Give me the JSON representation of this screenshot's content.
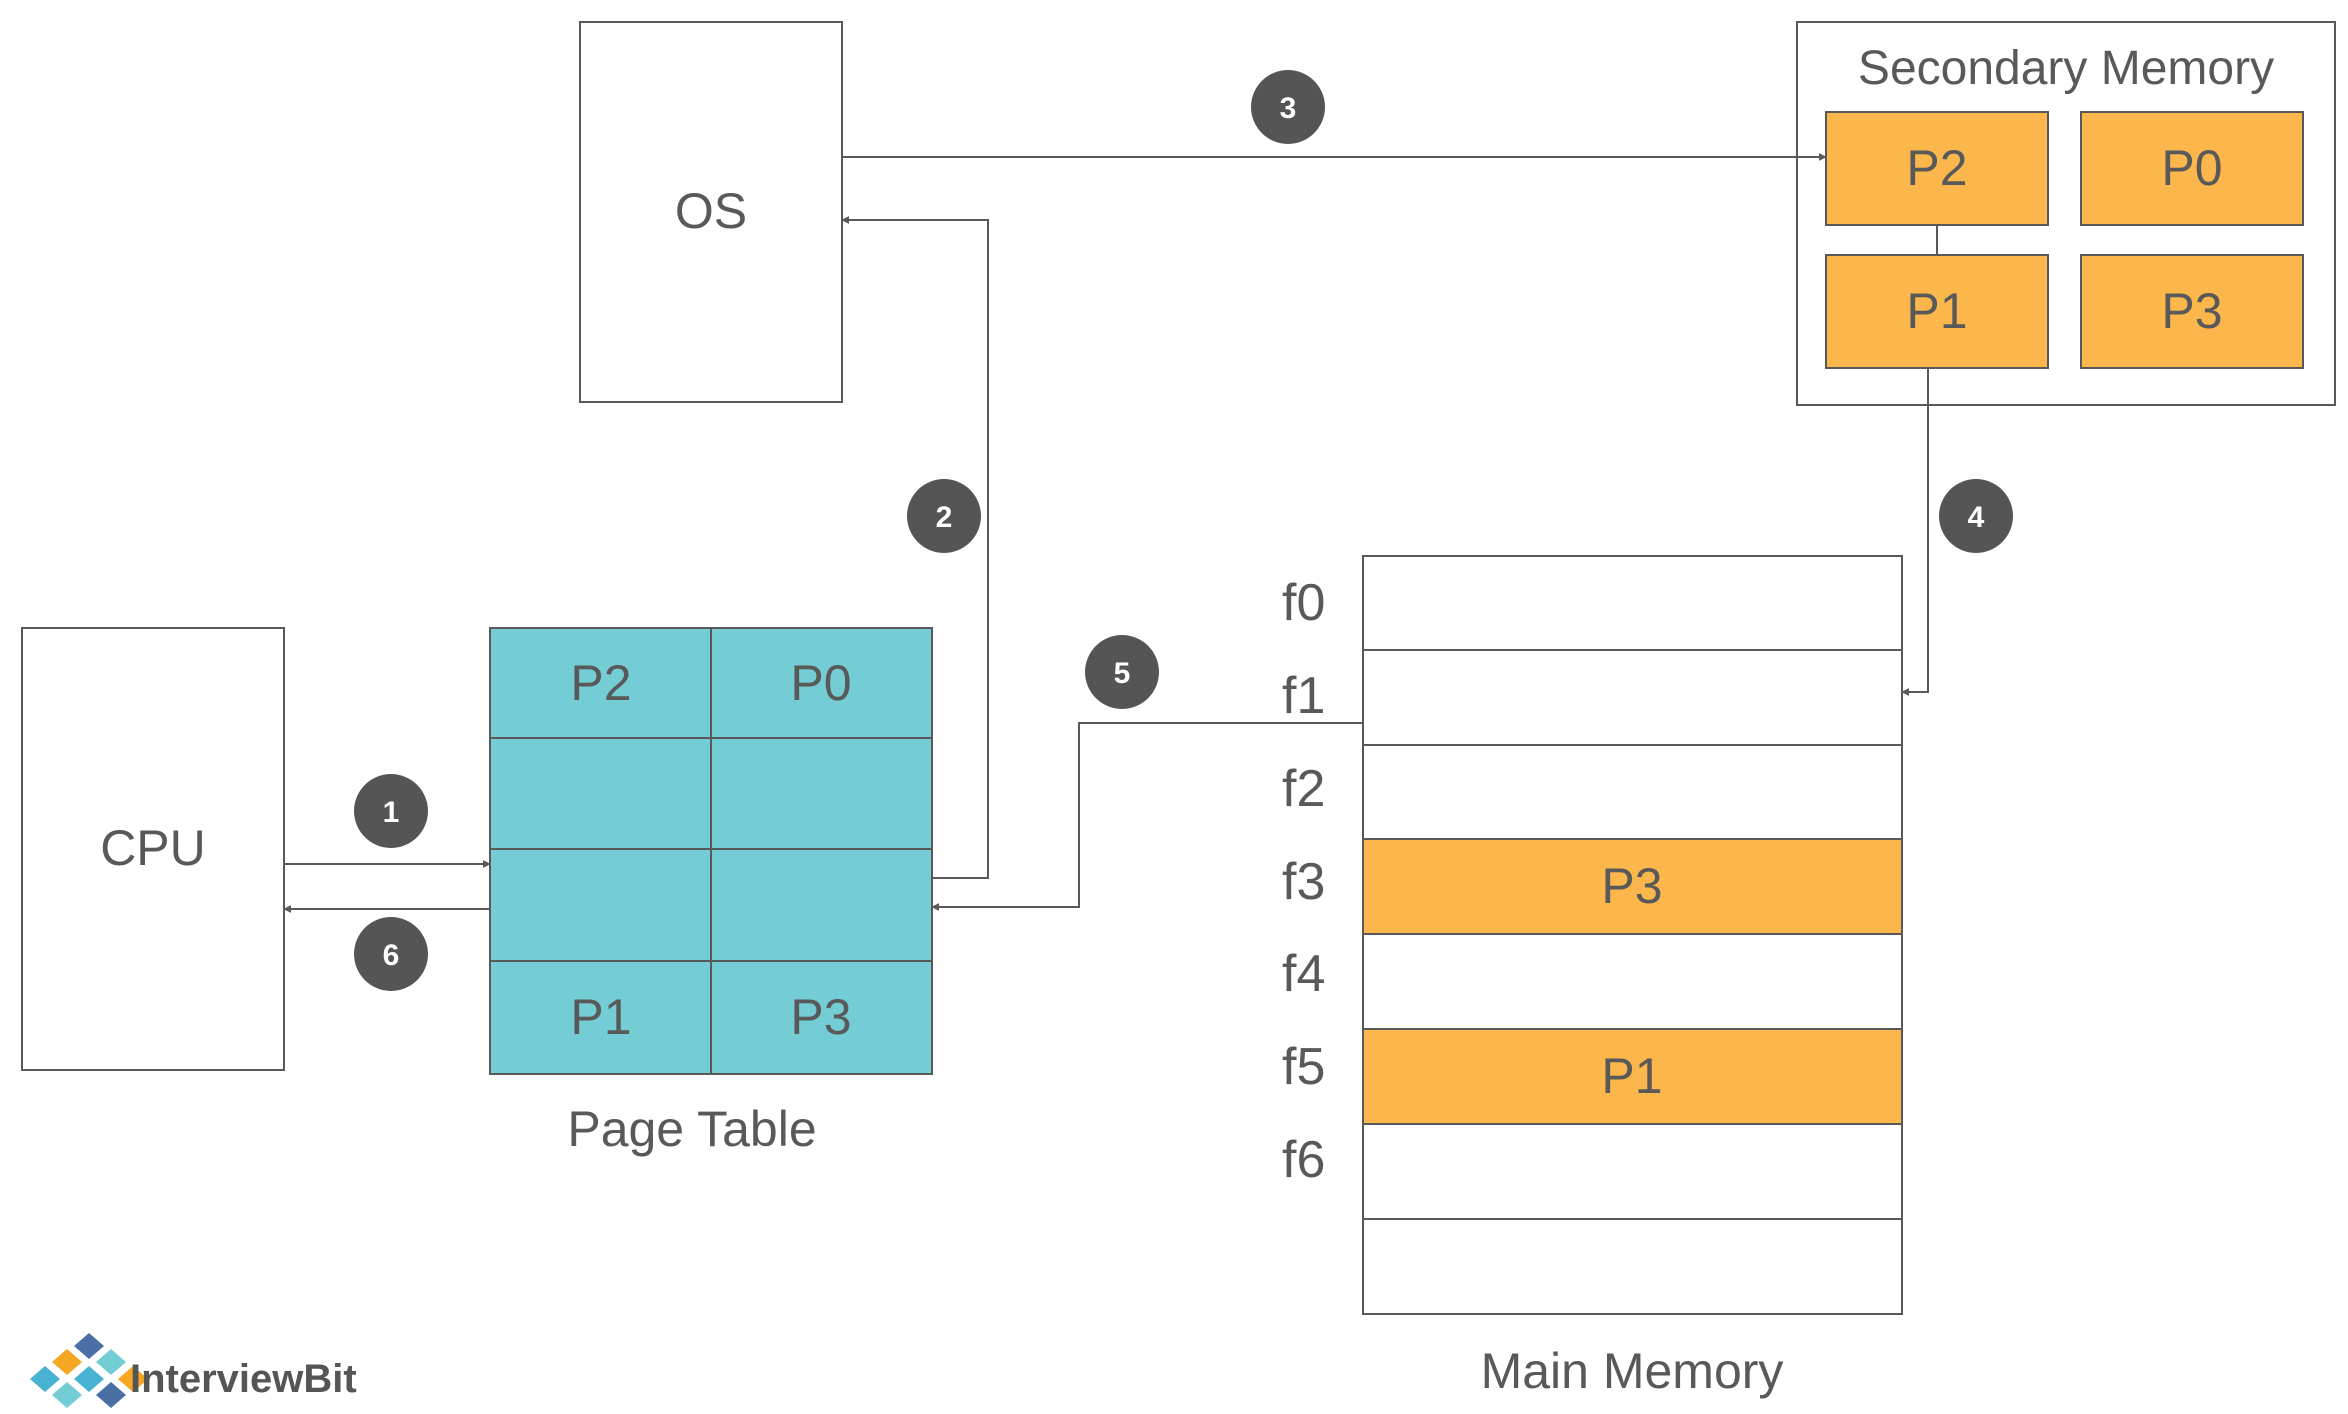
{
  "cpu": {
    "label": "CPU"
  },
  "os": {
    "label": "OS"
  },
  "page_table": {
    "caption": "Page Table",
    "rows": [
      [
        "P2",
        "P0"
      ],
      [
        "",
        ""
      ],
      [
        "",
        ""
      ],
      [
        "P1",
        "P3"
      ]
    ]
  },
  "secondary_memory": {
    "title": "Secondary Memory",
    "pages": [
      "P2",
      "P0",
      "P1",
      "P3"
    ]
  },
  "main_memory": {
    "caption": "Main Memory",
    "frame_labels": [
      "f0",
      "f1",
      "f2",
      "f3",
      "f4",
      "f5",
      "f6"
    ],
    "frames": [
      "",
      "",
      "",
      "P3",
      "",
      "P1",
      "",
      ""
    ]
  },
  "steps": [
    "1",
    "2",
    "3",
    "4",
    "5",
    "6"
  ],
  "brand": {
    "name": "InterviewBit"
  },
  "colors": {
    "teal": "#74ccd4",
    "orange": "#fbb74c",
    "stroke": "#595959",
    "badge": "#555555"
  }
}
